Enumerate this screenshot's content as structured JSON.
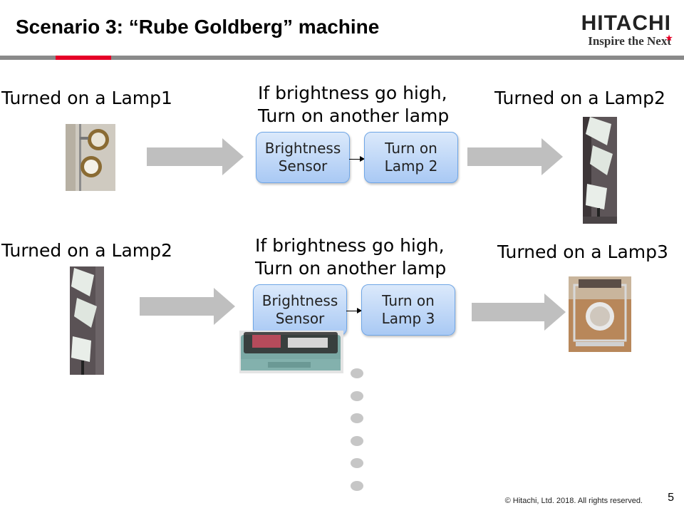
{
  "header": {
    "title": "Scenario 3: “Rube Goldberg” machine",
    "logo_text": "HITACHI",
    "logo_tagline": "Inspire the Next",
    "accent_color": "#e60027"
  },
  "row1": {
    "left_label": "Turned on a Lamp1",
    "condition_line1": "If brightness go high,",
    "condition_line2": "Turn on another lamp",
    "sensor_line1": "Brightness",
    "sensor_line2": "Sensor",
    "action_line1": "Turn on",
    "action_line2": "Lamp 2",
    "right_label": "Turned on a Lamp2"
  },
  "row2": {
    "left_label": "Turned on a Lamp2",
    "condition_line1": "If brightness go high,",
    "condition_line2": "Turn on another lamp",
    "sensor_line1": "Brightness",
    "sensor_line2": "Sensor",
    "action_line1": "Turn on",
    "action_line2": "Lamp 3",
    "right_label": "Turned on a Lamp3"
  },
  "footer": {
    "copyright": "© Hitachi, Ltd. 2018. All rights reserved.",
    "page_number": "5"
  }
}
